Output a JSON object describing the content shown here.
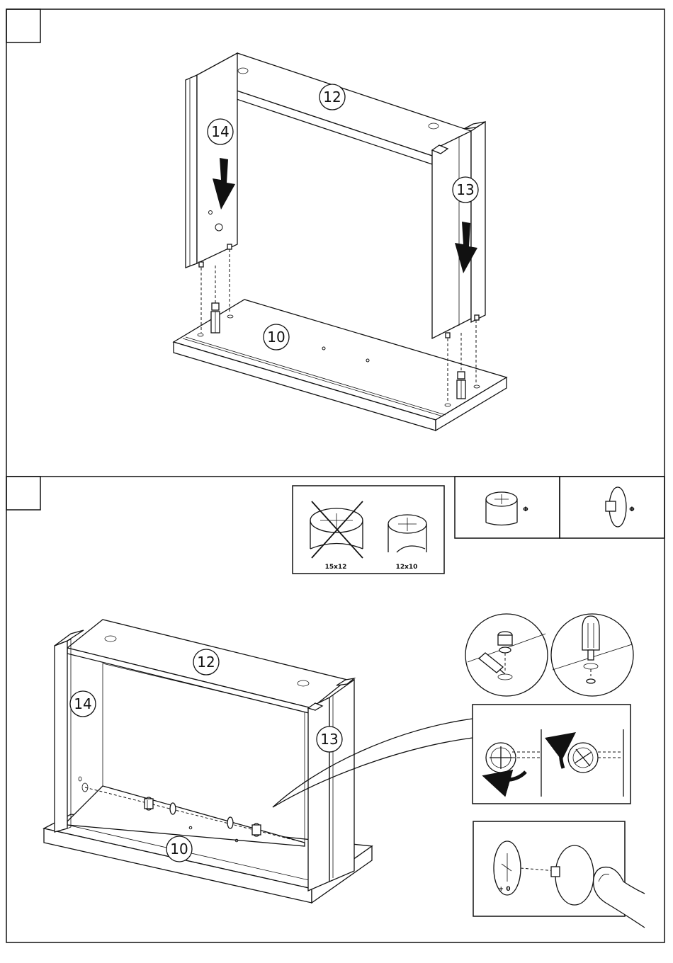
{
  "steps": [
    {
      "parts": {
        "top": "12",
        "side_left": "14",
        "side_right": "13",
        "base": "10"
      }
    },
    {
      "parts": {
        "top": "12",
        "side_left": "14",
        "side_right": "13",
        "base": "10"
      },
      "cam_compare": {
        "wrong_label": "15x12",
        "right_label": "12x10"
      },
      "hardware": {
        "cam_symbol": "Φ",
        "bolt_symbol": "Φ"
      }
    }
  ]
}
